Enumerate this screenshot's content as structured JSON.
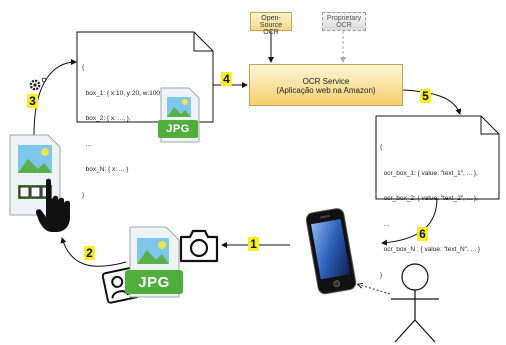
{
  "engines": {
    "open_source": [
      "Open-Source",
      "OCR"
    ],
    "proprietary": [
      "Proprietary",
      "OCR"
    ]
  },
  "service": {
    "title": "OCR Service",
    "subtitle": "(Aplicação web na Amazon)"
  },
  "boxes_doc": {
    "lines": [
      "{",
      "  box_1: { x:10, y:20, w:100, h: 20 },",
      "  box_2: { x: ..., },",
      "  ...",
      "  box_N: { x: ... }",
      "}"
    ]
  },
  "results_doc": {
    "lines": [
      "{",
      "  ocr_box_1: { value: \"text_1\", ... },",
      "  ocr_box_2: { value: \"text_2\", ... },",
      "  ...",
      "  ocr_box_N : { value: \"text_N\", ... }",
      "}"
    ]
  },
  "file_label": "JPG",
  "steps": [
    "1",
    "2",
    "3",
    "4",
    "5",
    "6"
  ],
  "icons": [
    "gear-icon",
    "camera-icon",
    "contact-card-icon",
    "hand-cursor-icon",
    "smartphone-icon",
    "stick-figure-icon",
    "image-file-icon"
  ],
  "colors": {
    "step_badge": "#f7ef1f",
    "service_fill": "#f4cf6b",
    "jpg_green": "#4fae3c",
    "image_sky": "#7ec7ec",
    "image_grass": "#5ab049"
  }
}
